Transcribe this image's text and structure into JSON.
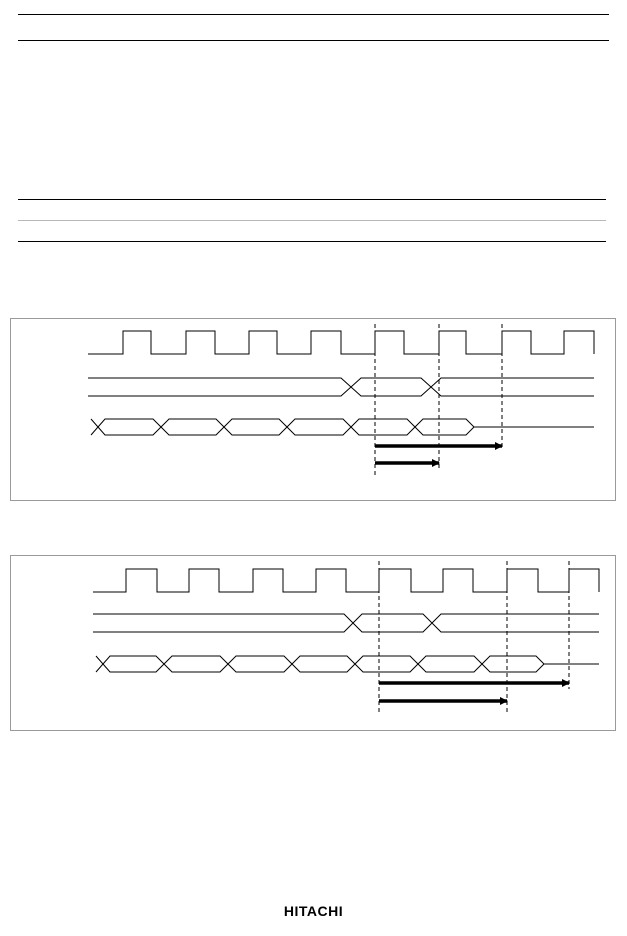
{
  "footer": {
    "brand": "HITACHI"
  },
  "diagrams": [
    {
      "id": "timing-diagram-1"
    },
    {
      "id": "timing-diagram-2"
    }
  ]
}
